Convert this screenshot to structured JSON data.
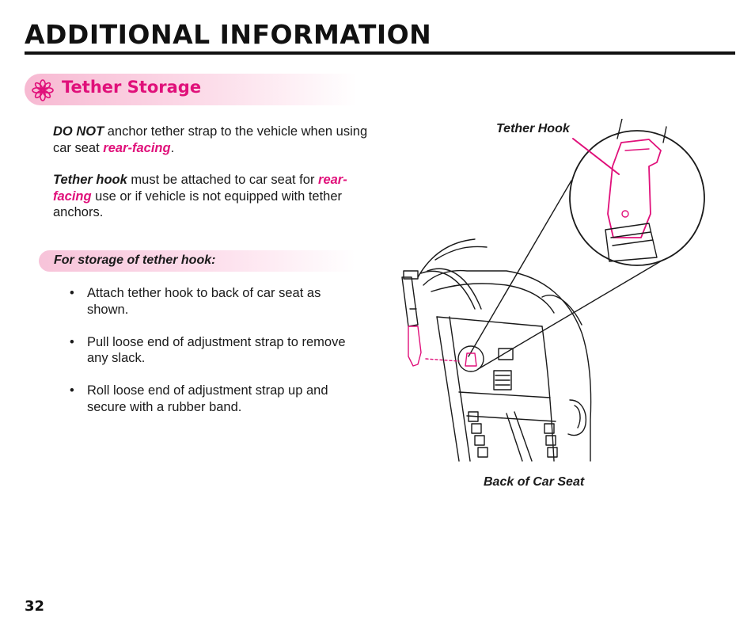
{
  "header": {
    "title": "ADDITIONAL INFORMATION"
  },
  "section": {
    "title": "Tether Storage",
    "icon": "pink-star-icon"
  },
  "para1": {
    "lead": "DO NOT",
    "text_a": " anchor tether strap to the vehicle when using car seat ",
    "highlight": "rear-facing",
    "text_b": "."
  },
  "para2": {
    "lead": "Tether hook",
    "text_a": " must be attached to car seat for ",
    "highlight": "rear-facing",
    "text_b": " use or if vehicle is not equipped with tether anchors."
  },
  "subsection": {
    "title": "For storage of tether hook:"
  },
  "bullets": [
    "Attach tether hook to back of car seat as shown.",
    "Pull loose end of adjustment strap to remove any slack.",
    "Roll loose end of adjustment strap up and secure with a rubber band."
  ],
  "bullet_glyph": "•",
  "figure": {
    "label_hook": "Tether Hook",
    "label_seat": "Back of Car Seat"
  },
  "footer": {
    "page_number": "32"
  },
  "colors": {
    "accent": "#e0107a",
    "band": "#f7b9d2",
    "text": "#1a1a1a"
  }
}
